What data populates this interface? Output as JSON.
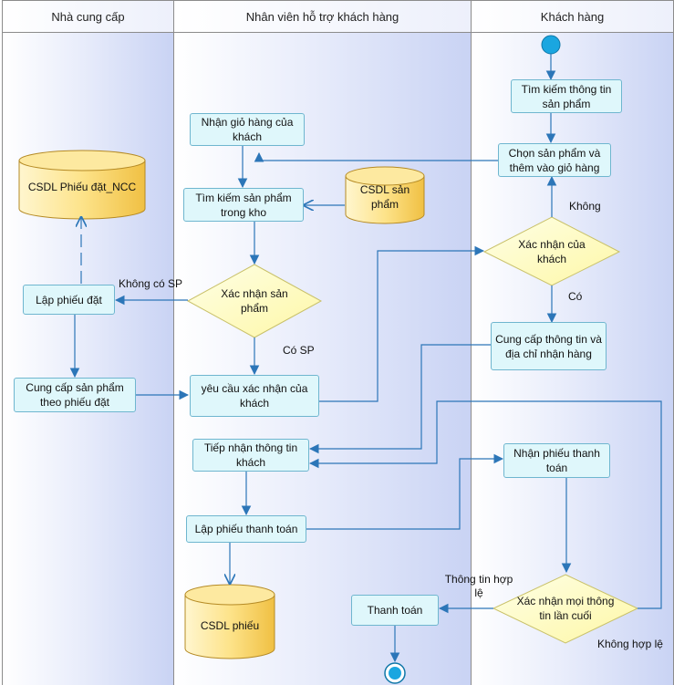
{
  "lanes": [
    {
      "title": "Nhà cung cấp"
    },
    {
      "title": "Nhân viên hỗ trợ khách hàng"
    },
    {
      "title": "Khách hàng"
    }
  ],
  "activities": {
    "tim_kiem_tt": "Tìm kiếm thông tin sản phẩm",
    "chon_sp": "Chọn sản phẩm và thêm vào giỏ hàng",
    "cung_cap_tt": "Cung cấp thông tin và địa chỉ nhận hàng",
    "nhan_phieu_tt": "Nhận phiếu thanh toán",
    "nhan_gio_hang": "Nhận giỏ hàng của khách",
    "tim_kiem_kho": "Tìm kiếm sản phẩm trong kho",
    "yeu_cau_xn": "yêu cầu xác nhận của khách",
    "tiep_nhan": "Tiếp nhận thông tin khách",
    "lap_phieu_tt": "Lập phiếu thanh toán",
    "thanh_toan": "Thanh toán",
    "lap_phieu_dat": "Lập phiếu đặt",
    "cung_cap_sp": "Cung cấp sản phẩm theo phiếu đặt"
  },
  "decisions": {
    "xac_nhan_kh": "Xác nhận của khách",
    "xac_nhan_sp": "Xác nhận sản phẩm",
    "xac_nhan_cuoi": "Xác nhận mọi thông tin lần cuối"
  },
  "datastores": {
    "csdl_ncc": "CSDL Phiếu đặt_NCC",
    "csdl_sp": "CSDL sản phẩm",
    "csdl_phieu": "CSDL phiếu"
  },
  "guards": {
    "khong": "Không",
    "co": "Có",
    "khong_co_sp": "Không có SP",
    "co_sp": "Có SP",
    "thong_tin_hop_le": "Thông tin hợp lệ",
    "khong_hop_le": "Không hợp lệ"
  },
  "colors": {
    "activity_fill": "#dff7fb",
    "activity_border": "#6fb6cf",
    "decision_fill": "#ffffc8",
    "datastore_fill": "#fbdc78",
    "flow": "#2c76b8",
    "node": "#1aa6e0"
  }
}
